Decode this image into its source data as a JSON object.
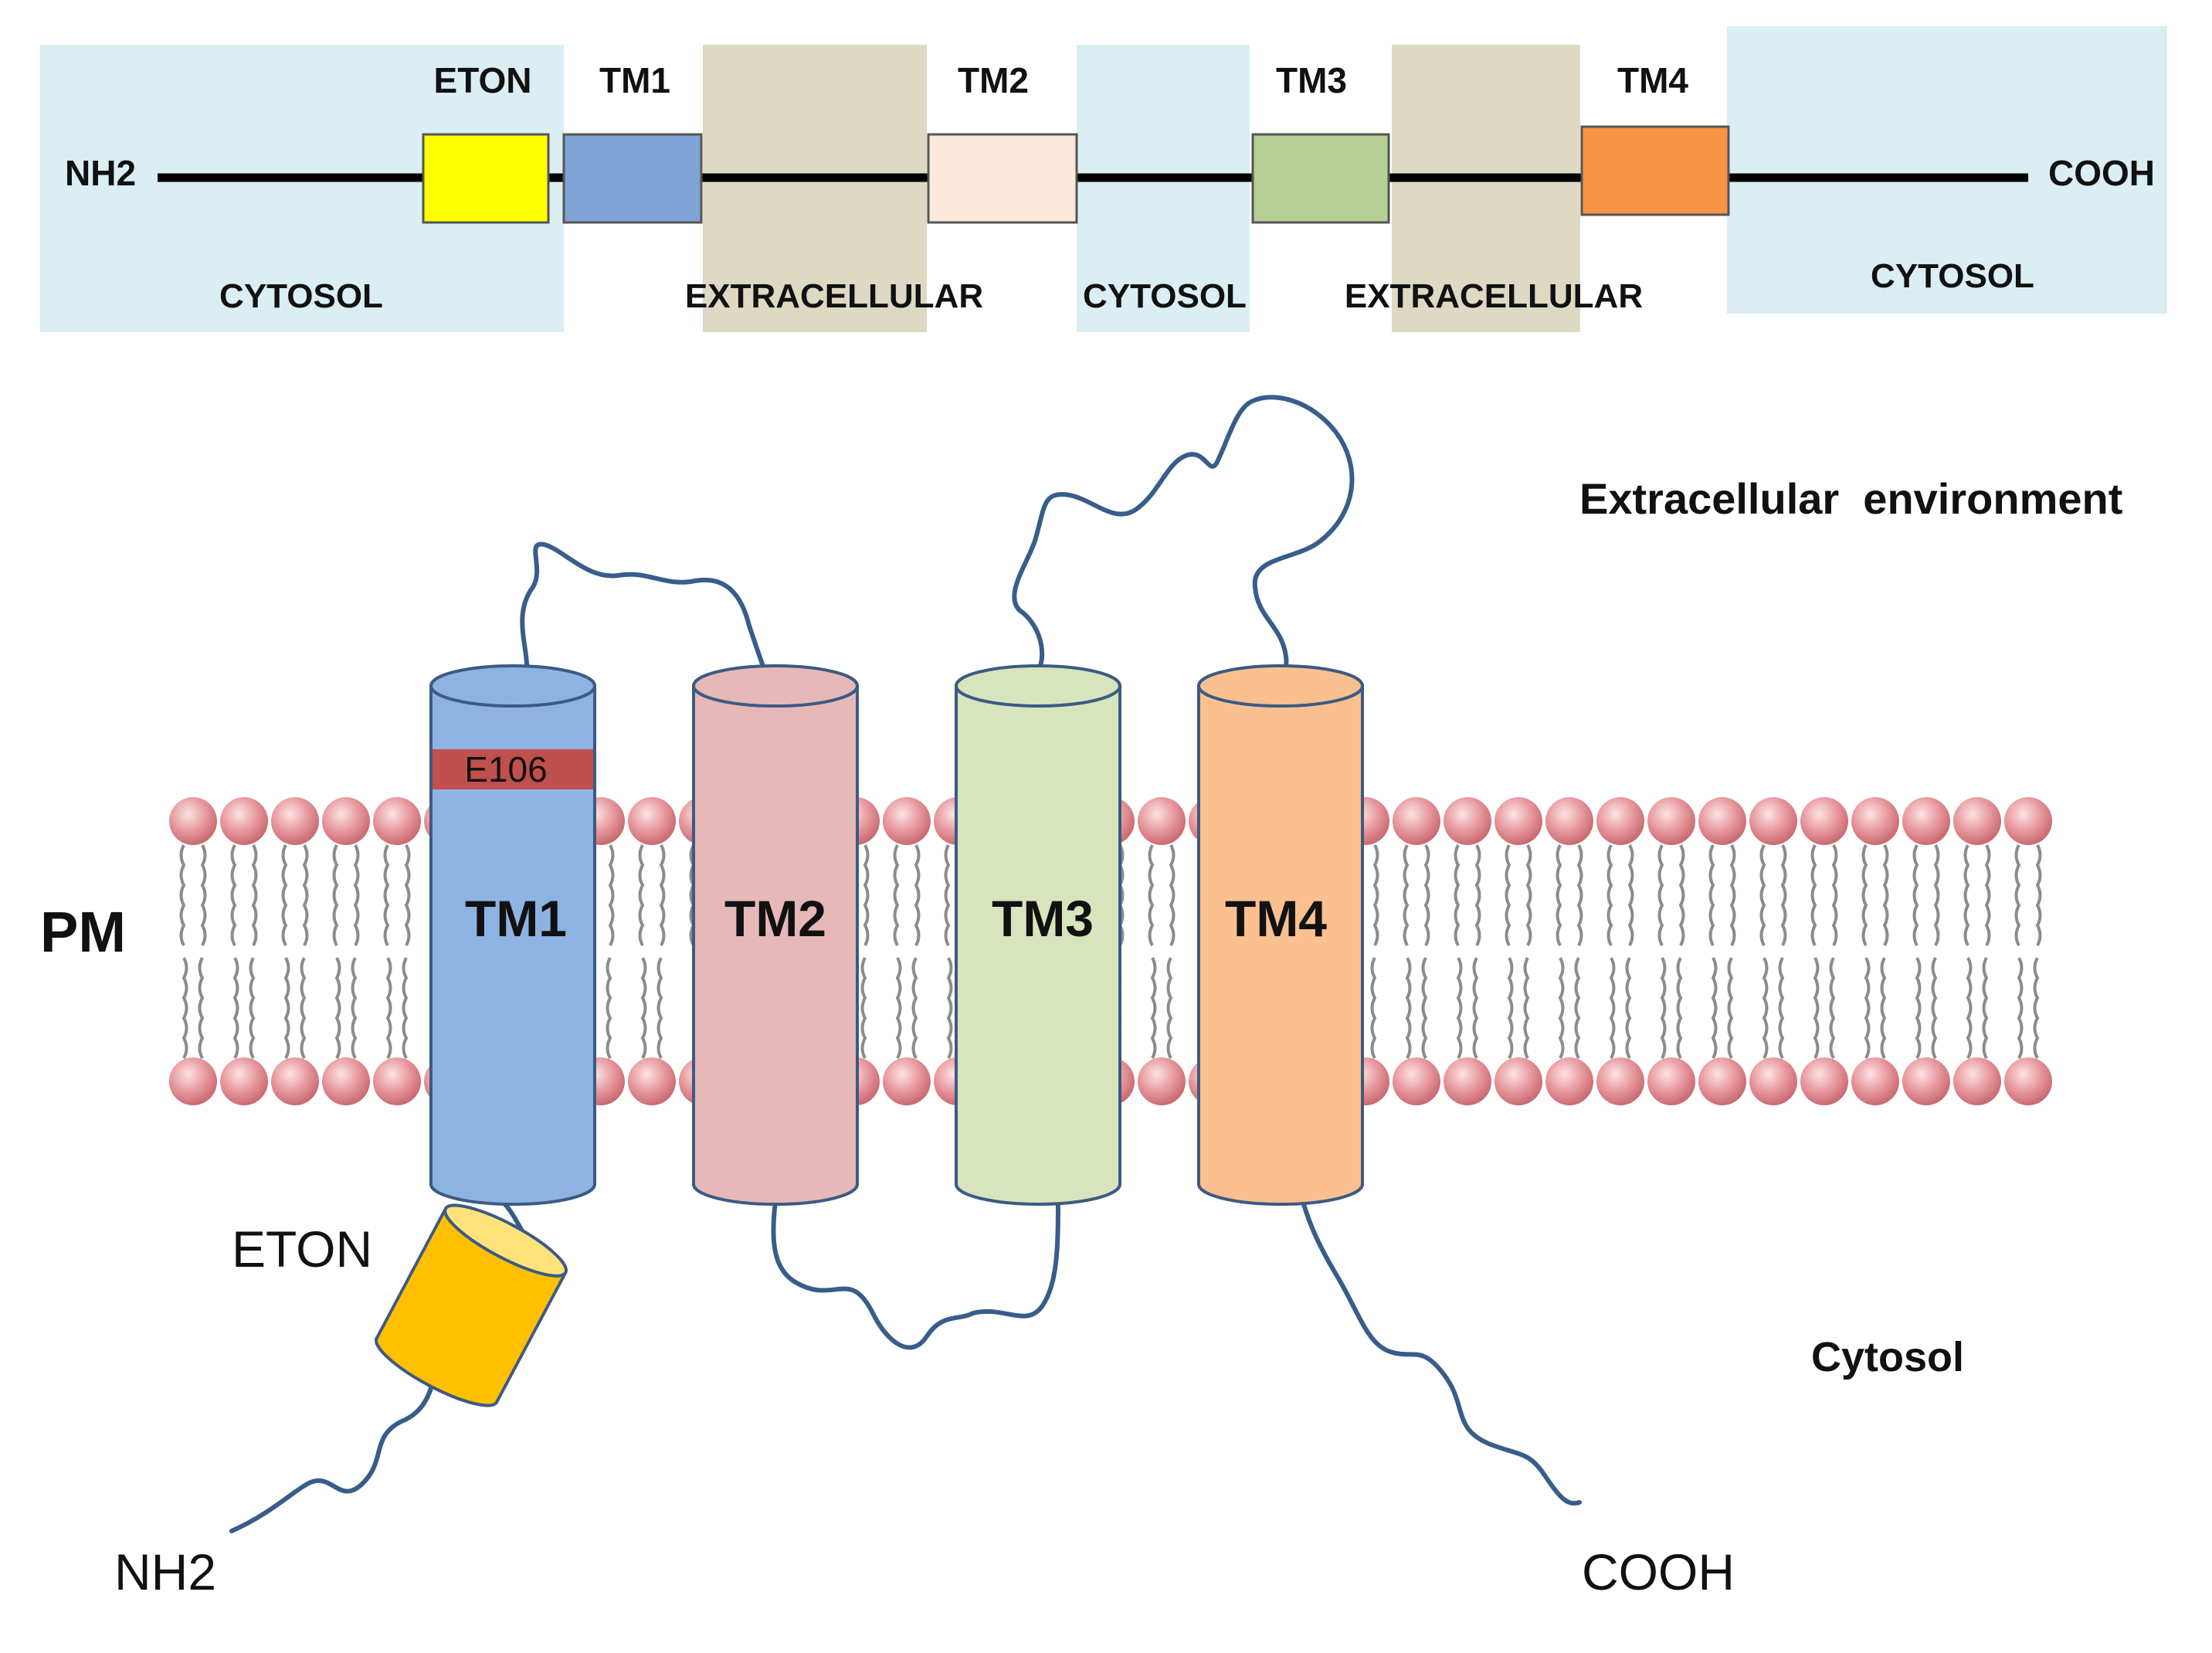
{
  "linear_map": {
    "n_terminus": "NH2",
    "c_terminus": "COOH",
    "domains": [
      {
        "label": "ETON",
        "color": "#ffff00"
      },
      {
        "label": "TM1",
        "color": "#7da3d7"
      },
      {
        "label": "TM2",
        "color": "#fde9db"
      },
      {
        "label": "TM3",
        "color": "#b6cf95"
      },
      {
        "label": "TM4",
        "color": "#f79444"
      }
    ],
    "regions": [
      {
        "label": "CYTOSOL",
        "type": "cytosol"
      },
      {
        "label": "EXTRACELLULAR",
        "type": "extracellular"
      },
      {
        "label": "CYTOSOL",
        "type": "cytosol"
      },
      {
        "label": "EXTRACELLULAR",
        "type": "extracellular"
      },
      {
        "label": "CYTOSOL",
        "type": "cytosol"
      }
    ],
    "colors": {
      "cytosol": "#daeef3",
      "extracellular": "#ddd9c3"
    }
  },
  "topology": {
    "extracellular_label": "Extracellular  environment",
    "cytosol_label": "Cytosol",
    "membrane_label": "PM",
    "residue_label": "E106",
    "residue_color": "#c0504d",
    "eton_label": "ETON",
    "eton_color": "#ffc000",
    "n_terminus": "NH2",
    "c_terminus": "COOH",
    "helices": [
      {
        "label": "TM1",
        "color": "#8db3e2"
      },
      {
        "label": "TM2",
        "color": "#e6b9b8"
      },
      {
        "label": "TM3",
        "color": "#d7e4bd"
      },
      {
        "label": "TM4",
        "color": "#fac08f"
      }
    ],
    "line_color": "#385d8a",
    "head_color": "#e89a9f"
  }
}
